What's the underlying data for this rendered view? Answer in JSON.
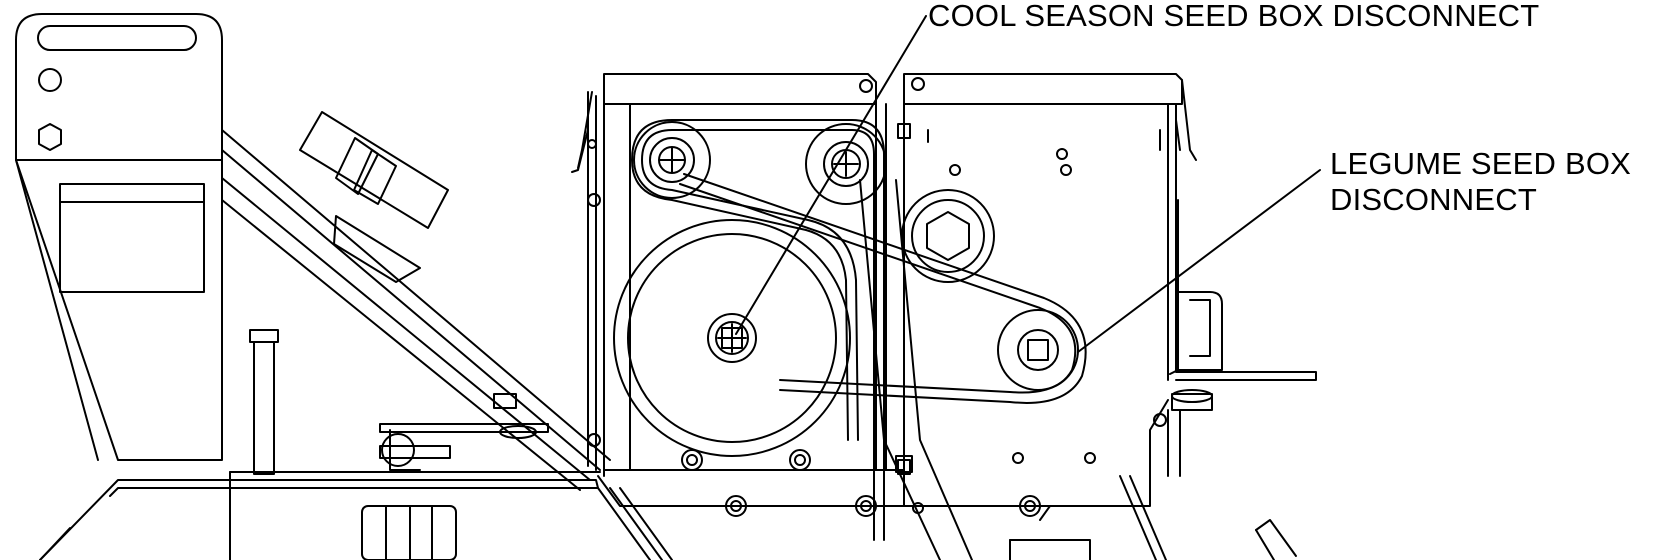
{
  "callouts": {
    "cool_season": "COOL SEASON SEED BOX DISCONNECT",
    "legume_line1": "LEGUME SEED BOX",
    "legume_line2": "DISCONNECT"
  },
  "colors": {
    "line": "#000000",
    "background": "#ffffff"
  }
}
